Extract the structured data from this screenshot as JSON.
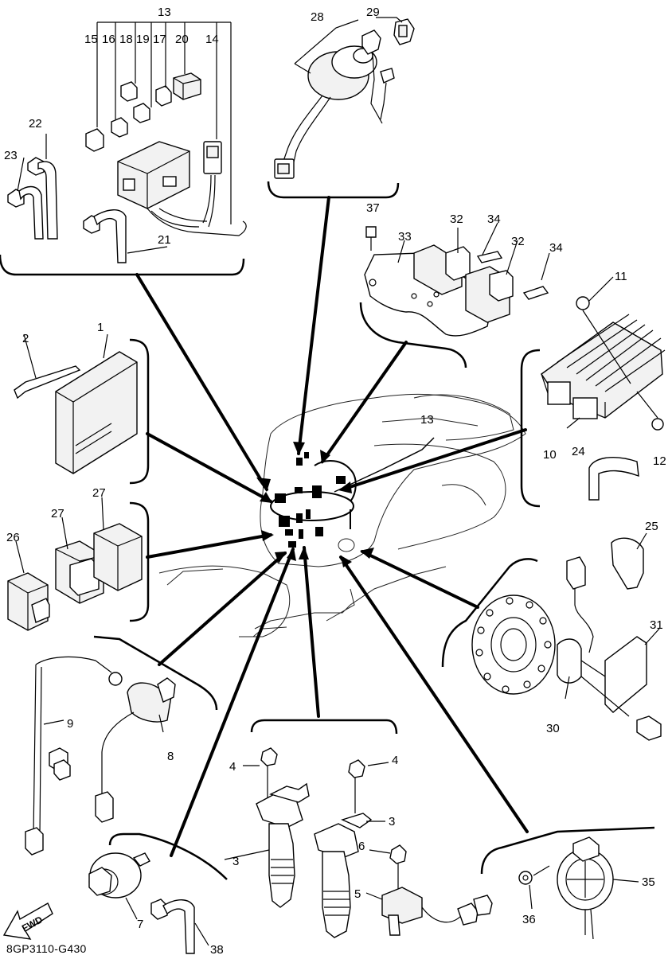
{
  "diagram": {
    "code": "8GP3110-G430",
    "fwd_label": "FWD",
    "callouts": {
      "c1": "1",
      "c2": "2",
      "c3a": "3",
      "c3b": "3",
      "c3c": "3",
      "c4a": "4",
      "c4b": "4",
      "c5": "5",
      "c6": "6",
      "c7": "7",
      "c8": "8",
      "c9": "9",
      "c10": "10",
      "c11": "11",
      "c12": "12",
      "c13a": "13",
      "c13b": "13",
      "c14": "14",
      "c15": "15",
      "c16": "16",
      "c17": "17",
      "c18": "18",
      "c19": "19",
      "c20": "20",
      "c21": "21",
      "c22": "22",
      "c23": "23",
      "c24": "24",
      "c25": "25",
      "c26": "26",
      "c27a": "27",
      "c27b": "27",
      "c28": "28",
      "c29": "29",
      "c30": "30",
      "c31": "31",
      "c32a": "32",
      "c32b": "32",
      "c33": "33",
      "c34a": "34",
      "c34b": "34",
      "c35": "35",
      "c36": "36",
      "c37": "37",
      "c38": "38"
    }
  }
}
